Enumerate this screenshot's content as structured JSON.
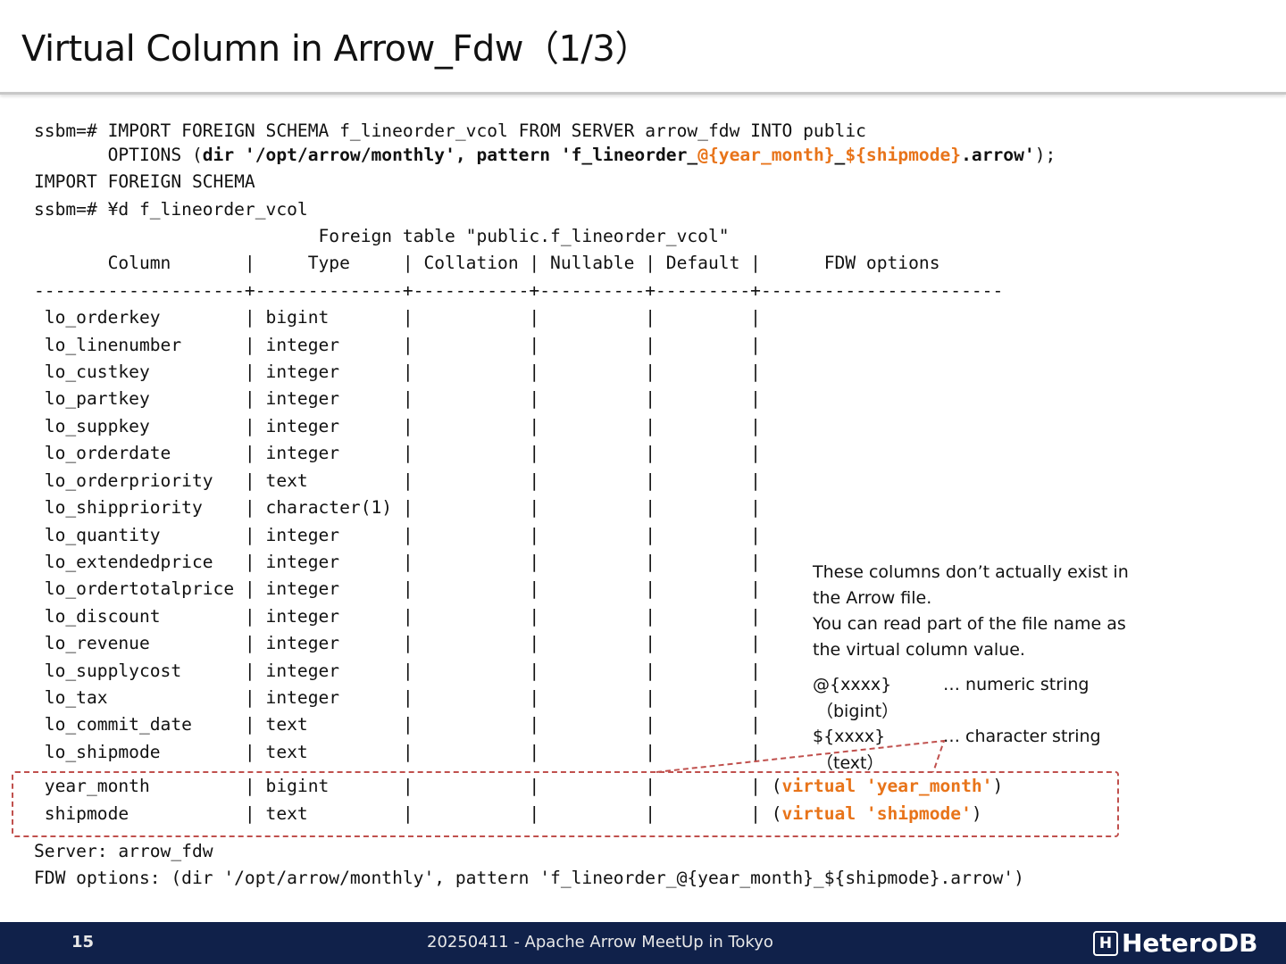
{
  "slide": {
    "title": "Virtual Column in Arrow_Fdw（1/3）",
    "page_number": "15",
    "footer_text": "20250411 - Apache Arrow MeetUp in Tokyo",
    "logo_text": "HeteroDB",
    "logo_mark": "H"
  },
  "colors": {
    "accent_orange": "#e8741a",
    "highlight_red": "#c0504d",
    "footer_bg": "#10214a"
  },
  "code": {
    "cmd1": "ssbm=# IMPORT FOREIGN SCHEMA f_lineorder_vcol FROM SERVER arrow_fdw INTO public",
    "opt_prefix": "       OPTIONS (",
    "opt_dir": "dir '/opt/arrow/monthly', pattern 'f_lineorder_",
    "opt_var1": "@{year_month}",
    "opt_sep": "_",
    "opt_var2": "${shipmode}",
    "opt_ext": ".arrow'",
    "opt_suffix": ");",
    "result1": "IMPORT FOREIGN SCHEMA",
    "cmd2": "ssbm=# ¥d f_lineorder_vcol",
    "table_title": "                           Foreign table \"public.f_lineorder_vcol\"",
    "header": "       Column       |     Type     | Collation | Nullable | Default |      FDW options",
    "separator": "--------------------+--------------+-----------+----------+---------+-----------------------",
    "rows": [
      " lo_orderkey        | bigint       |           |          |         |",
      " lo_linenumber      | integer      |           |          |         |",
      " lo_custkey         | integer      |           |          |         |",
      " lo_partkey         | integer      |           |          |         |",
      " lo_suppkey         | integer      |           |          |         |",
      " lo_orderdate       | integer      |           |          |         |",
      " lo_orderpriority   | text         |           |          |         |",
      " lo_shippriority    | character(1) |           |          |         |",
      " lo_quantity        | integer      |           |          |         |",
      " lo_extendedprice   | integer      |           |          |         |",
      " lo_ordertotalprice | integer      |           |          |         |",
      " lo_discount        | integer      |           |          |         |",
      " lo_revenue         | integer      |           |          |         |",
      " lo_supplycost      | integer      |           |          |         |",
      " lo_tax             | integer      |           |          |         |",
      " lo_commit_date     | text         |           |          |         |",
      " lo_shipmode        | text         |           |          |         |"
    ],
    "vrow1_prefix": " year_month         | bigint       |           |          |         | (",
    "vrow1_value": "virtual 'year_month'",
    "vrow1_suffix": ")",
    "vrow2_prefix": " shipmode           | text         |           |          |         | (",
    "vrow2_value": "virtual 'shipmode'",
    "vrow2_suffix": ")",
    "server_line": "Server: arrow_fdw",
    "fdw_options_line": "FDW options: (dir '/opt/arrow/monthly', pattern 'f_lineorder_@{year_month}_${shipmode}.arrow')"
  },
  "note": {
    "line1": "These columns don’t actually exist in the Arrow file.",
    "line2": "You can read part of the file name as the virtual column value.",
    "m1_token": "@{xxxx}",
    "m1_desc": "… numeric string",
    "m1_type": "（bigint）",
    "m2_token": "${xxxx}",
    "m2_desc": "… character string",
    "m2_type": "（text）"
  }
}
